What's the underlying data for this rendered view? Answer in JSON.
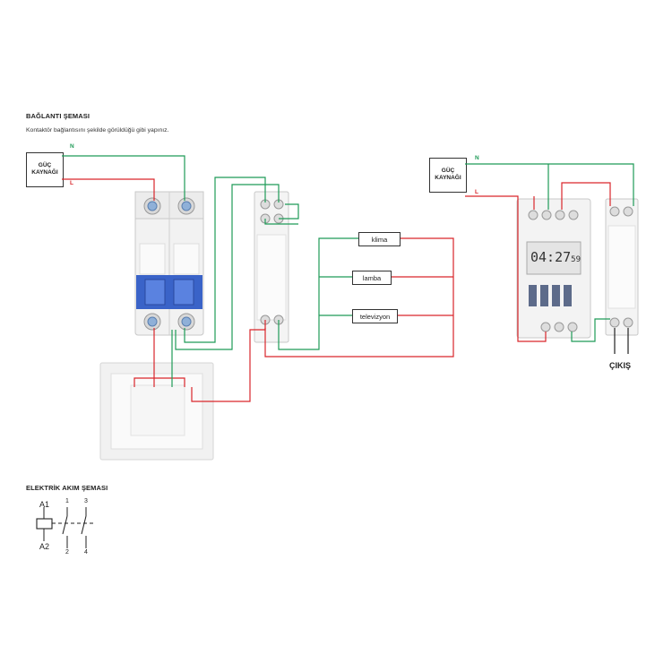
{
  "title": "BAĞLANTI ŞEMASI",
  "subtitle": "Kontaktör bağlantısını şekilde görüldüğü gibi yapınız.",
  "power_source_label_left": [
    "GÜÇ",
    "KAYNAĞI"
  ],
  "power_source_label_right": [
    "GÜÇ",
    "KAYNAĞI"
  ],
  "wire_n": "N",
  "wire_l": "L",
  "loads": [
    "klima",
    "lamba",
    "televizyon"
  ],
  "timer_display": "04:27",
  "timer_seconds": "59",
  "output_label": "ÇIKIŞ",
  "current_schema_title": "ELEKTRİK AKIM ŞEMASI",
  "coil_top": "A1",
  "coil_bottom": "A2",
  "contact_numbers_top": [
    "1",
    "3"
  ],
  "contact_numbers_bottom": [
    "2",
    "4"
  ],
  "colors": {
    "neutral": "#1e9b57",
    "line": "#d9262b",
    "breaker_blue": "#3a63c8"
  }
}
